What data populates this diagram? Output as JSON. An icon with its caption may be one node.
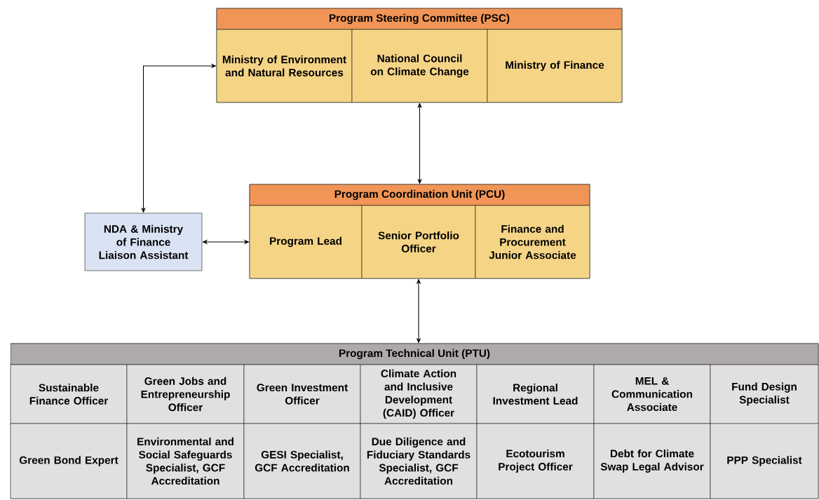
{
  "diagram": {
    "nodes": [
      {
        "text": [
          "Program Steering Committee (PSC)"
        ]
      },
      {
        "text": [
          "Ministry of Environment and Natural Resources"
        ],
        "in": 0
      },
      {
        "text": [
          "National Council on Climate Change"
        ],
        "in": 0
      },
      {
        "text": [
          "Ministry of Finance"
        ],
        "in": 0
      },
      {
        "text": [
          "Program Coordination Unit (PCU)"
        ]
      },
      {
        "text": [
          "Program Lead"
        ],
        "in": 4
      },
      {
        "text": [
          "Senior Portfolio Officer"
        ],
        "in": 4
      },
      {
        "text": [
          "Finance and Procurement Junior Associate"
        ],
        "in": 4
      },
      {
        "text": [
          "NDA & Ministry of Finance Liaison Assistant"
        ]
      },
      {
        "text": [
          "Program Technical Unit (PTU)"
        ]
      },
      {
        "text": [
          "Sustainable Finance Officer"
        ],
        "in": 9
      },
      {
        "text": [
          "Green Jobs and Entrepreneurship Officer"
        ],
        "in": 9
      },
      {
        "text": [
          "Green Investment Officer"
        ],
        "in": 9
      },
      {
        "text": [
          "Climate Action and Inclusive Development (CAID) Officer"
        ],
        "in": 9
      },
      {
        "text": [
          "Regional Investment Lead"
        ],
        "in": 9
      },
      {
        "text": [
          "MEL & Communication Associate"
        ],
        "in": 9
      },
      {
        "text": [
          "Fund Design Specialist"
        ],
        "in": 9
      },
      {
        "text": [
          "Green Bond Expert"
        ],
        "in": 9
      },
      {
        "text": [
          "Environmental and Social Safeguards Specialist, GCF Accreditation"
        ],
        "in": 9
      },
      {
        "text": [
          "GESI Specialist, GCF Accreditation"
        ],
        "in": 9
      },
      {
        "text": [
          "Due Diligence and Fiduciary Standards Specialist, GCF Accreditation"
        ],
        "in": 9
      },
      {
        "text": [
          "Ecotourism Project Officer"
        ],
        "in": 9
      },
      {
        "text": [
          "Debt for Climate Swap Legal Advisor"
        ],
        "in": 9
      },
      {
        "text": [
          "PPP Specialist"
        ],
        "in": 9
      }
    ],
    "edges": [
      {
        "from": 8,
        "to": 1,
        "arrow": "both"
      },
      {
        "from": 2,
        "to": 4,
        "arrow": "both"
      },
      {
        "from": 8,
        "to": 5,
        "arrow": "both"
      },
      {
        "from": 6,
        "to": 9,
        "arrow": "both"
      }
    ]
  }
}
